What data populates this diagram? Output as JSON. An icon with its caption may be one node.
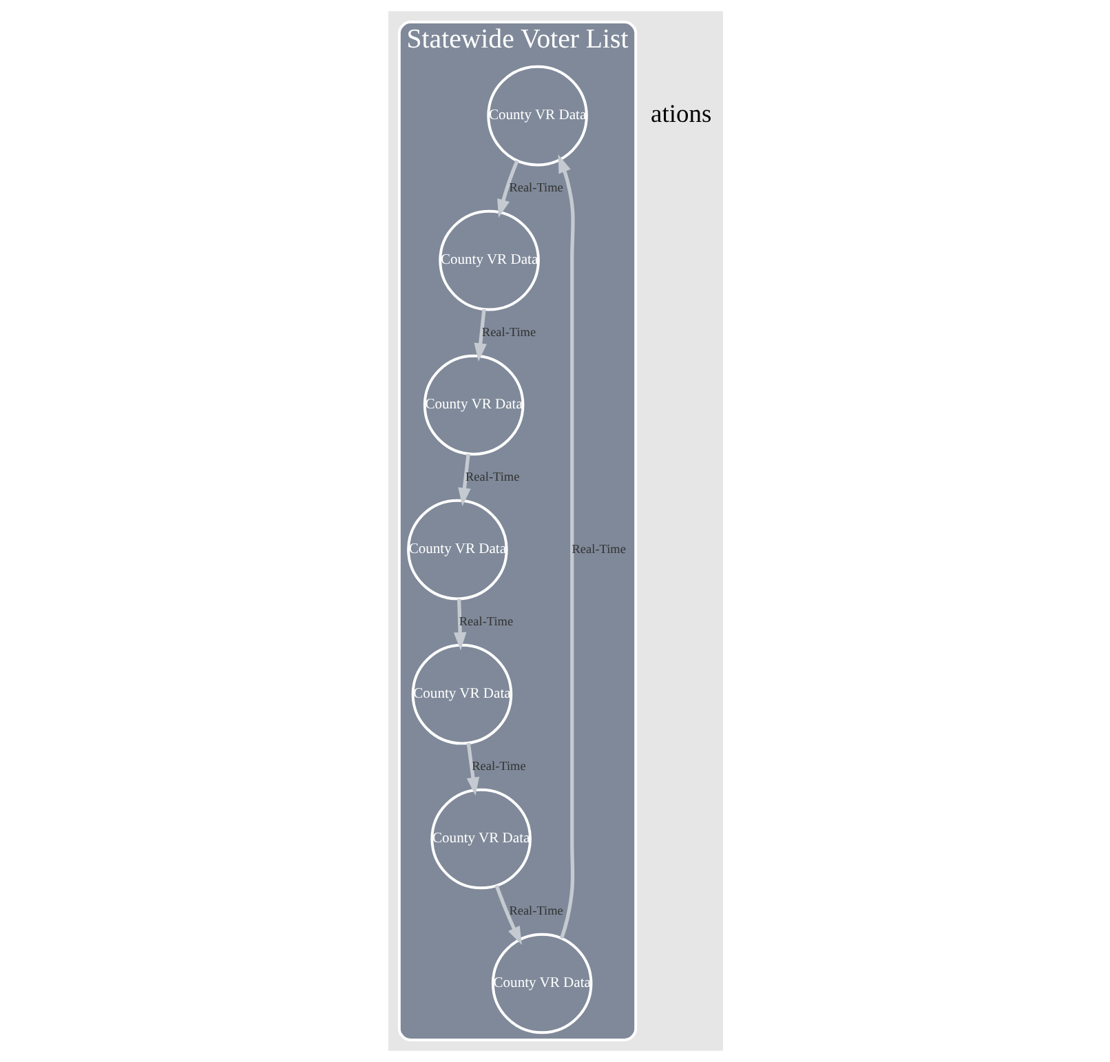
{
  "diagram": {
    "nodes": [
      {
        "text": [
          "Statewide Voter List"
        ]
      },
      {
        "text": [
          "County VR Data"
        ],
        "in": 0
      },
      {
        "text": [
          "County VR Data"
        ],
        "in": 0
      },
      {
        "text": [
          "County VR Data"
        ],
        "in": 0
      },
      {
        "text": [
          "County VR Data"
        ],
        "in": 0
      },
      {
        "text": [
          "County VR Data"
        ],
        "in": 0
      },
      {
        "text": [
          "County VR Data"
        ],
        "in": 0
      },
      {
        "text": [
          "County VR Data"
        ],
        "in": 0
      }
    ],
    "edges": [
      {
        "from": 1,
        "to": 3,
        "arrow": "to",
        "label": "Real-Time"
      },
      {
        "from": 3,
        "to": 5,
        "arrow": "to",
        "label": "Real-Time"
      },
      {
        "from": 5,
        "to": 7,
        "arrow": "to",
        "label": "Real-Time"
      },
      {
        "from": 7,
        "to": 6,
        "arrow": "to",
        "label": "Real-Time"
      },
      {
        "from": 6,
        "to": 4,
        "arrow": "to",
        "label": "Real-Time"
      },
      {
        "from": 4,
        "to": 2,
        "arrow": "to",
        "label": "Real-Time"
      },
      {
        "from": 2,
        "to": 1,
        "arrow": "to",
        "label": "Real-Time"
      }
    ],
    "labels": [
      "ations"
    ]
  }
}
